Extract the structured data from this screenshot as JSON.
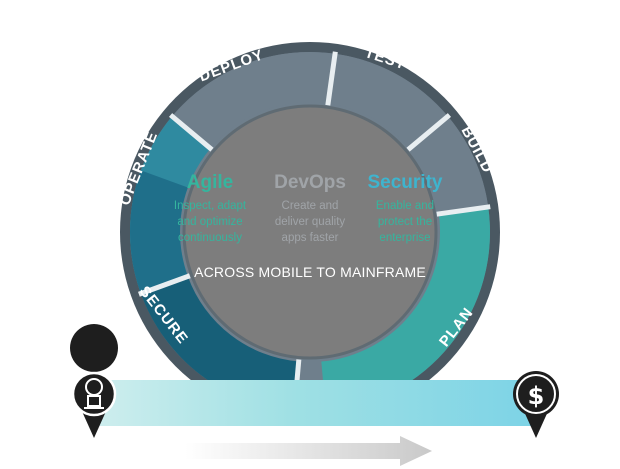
{
  "segments": {
    "deploy": "DEPLOY",
    "test": "TEST",
    "build": "BUILD",
    "plan": "PLAN",
    "secure": "SECURE",
    "operate": "OPERATE"
  },
  "center": {
    "agile": {
      "title": "Agile",
      "lines": [
        "Inspect, adapt",
        "and optimize",
        "continuously"
      ]
    },
    "devops": {
      "title": "DevOps",
      "lines": [
        "Create and",
        "deliver quality",
        "apps faster"
      ]
    },
    "security": {
      "title": "Security",
      "lines": [
        "Enable and",
        "protect the",
        "enterprise"
      ]
    },
    "tagline": "ACROSS MOBILE TO MAINFRAME"
  },
  "colors": {
    "ring_gray": "#6f7f8c",
    "inner_gray": "#7d7d7d",
    "teal": "#37a7a6",
    "dark_teal": "#175f78",
    "light_teal": "#8fd6dc",
    "accent_green": "#35b59e",
    "accent_blue": "#3eb4ce",
    "devops_gray": "#a0a4a8"
  },
  "icons": {
    "start": "idea-person-pin-icon",
    "end": "dollar-pin-icon",
    "arrow": "progress-arrow-icon"
  }
}
